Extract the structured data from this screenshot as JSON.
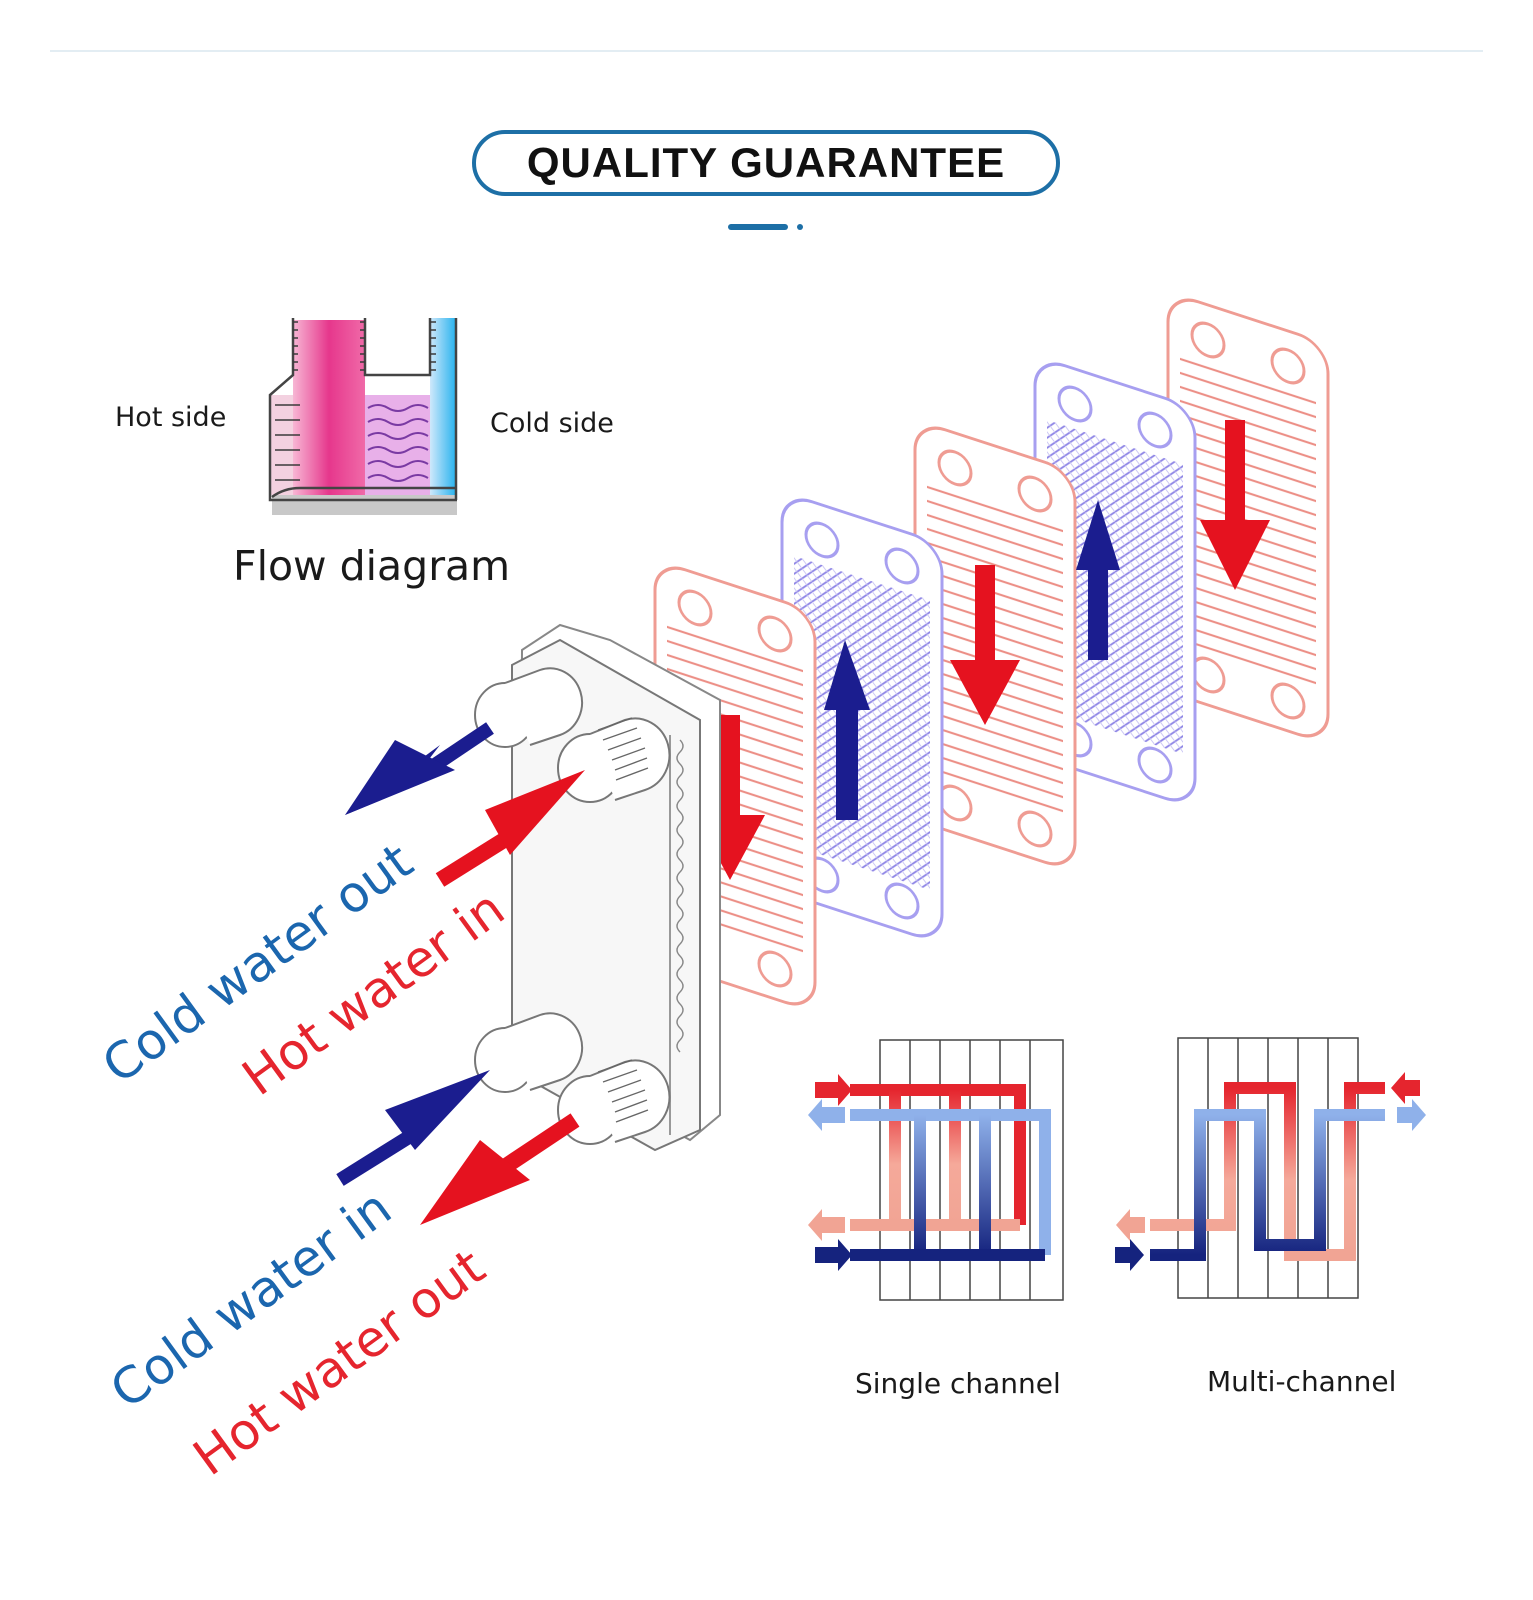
{
  "header": {
    "title": "QUALITY GUARANTEE"
  },
  "flow_diagram": {
    "hot_side_label": "Hot side",
    "cold_side_label": "Cold side",
    "caption": "Flow diagram"
  },
  "ports": {
    "cold_water_out": "Cold water out",
    "hot_water_in": "Hot water in",
    "cold_water_in": "Cold water in",
    "hot_water_out": "Hot water out"
  },
  "channels": {
    "single_label": "Single channel",
    "multi_label": "Multi-channel"
  },
  "colors": {
    "accent_blue": "#1d6fa6",
    "hot_red": "#e5252e",
    "cold_blue": "#1b66ae",
    "hot_plate": "#f0a7a0",
    "cold_plate": "#b8b2ec"
  }
}
